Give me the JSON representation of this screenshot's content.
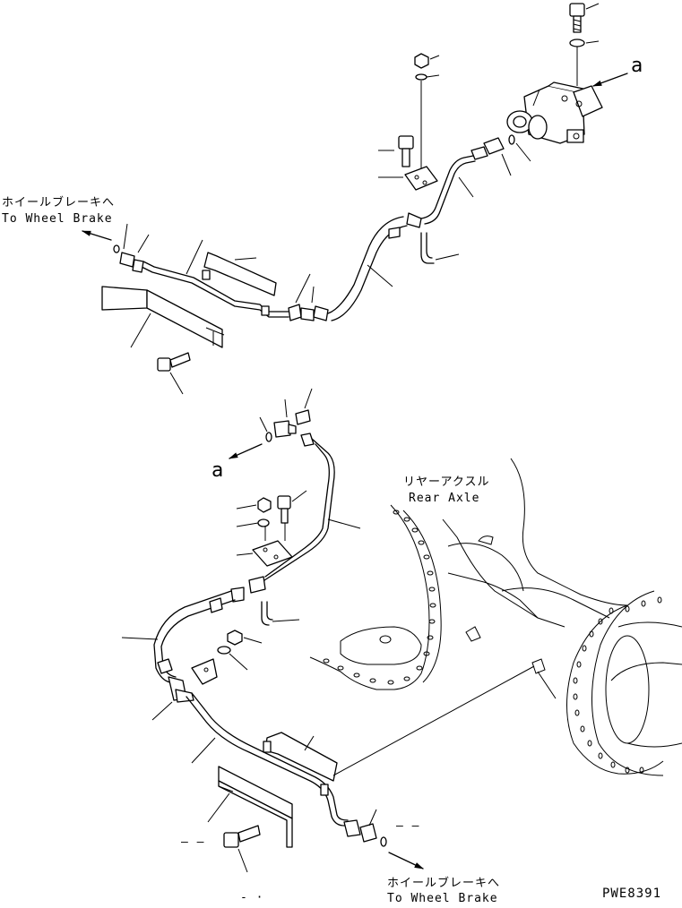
{
  "diagram": {
    "drawing_code": "PWE8391",
    "label_top_jp": "ホイールブレーキへ",
    "label_top_en": "To Wheel Brake",
    "label_bottom_jp": "ホイールブレーキへ",
    "label_bottom_en": "To Wheel Brake",
    "axle_jp": "リヤーアクスル",
    "axle_en": "Rear Axle",
    "ref_a_top": "a",
    "ref_a_bottom": "a",
    "placeholder_left": "– –",
    "placeholder_right": "– –",
    "placeholder_bottom": "- ·"
  }
}
